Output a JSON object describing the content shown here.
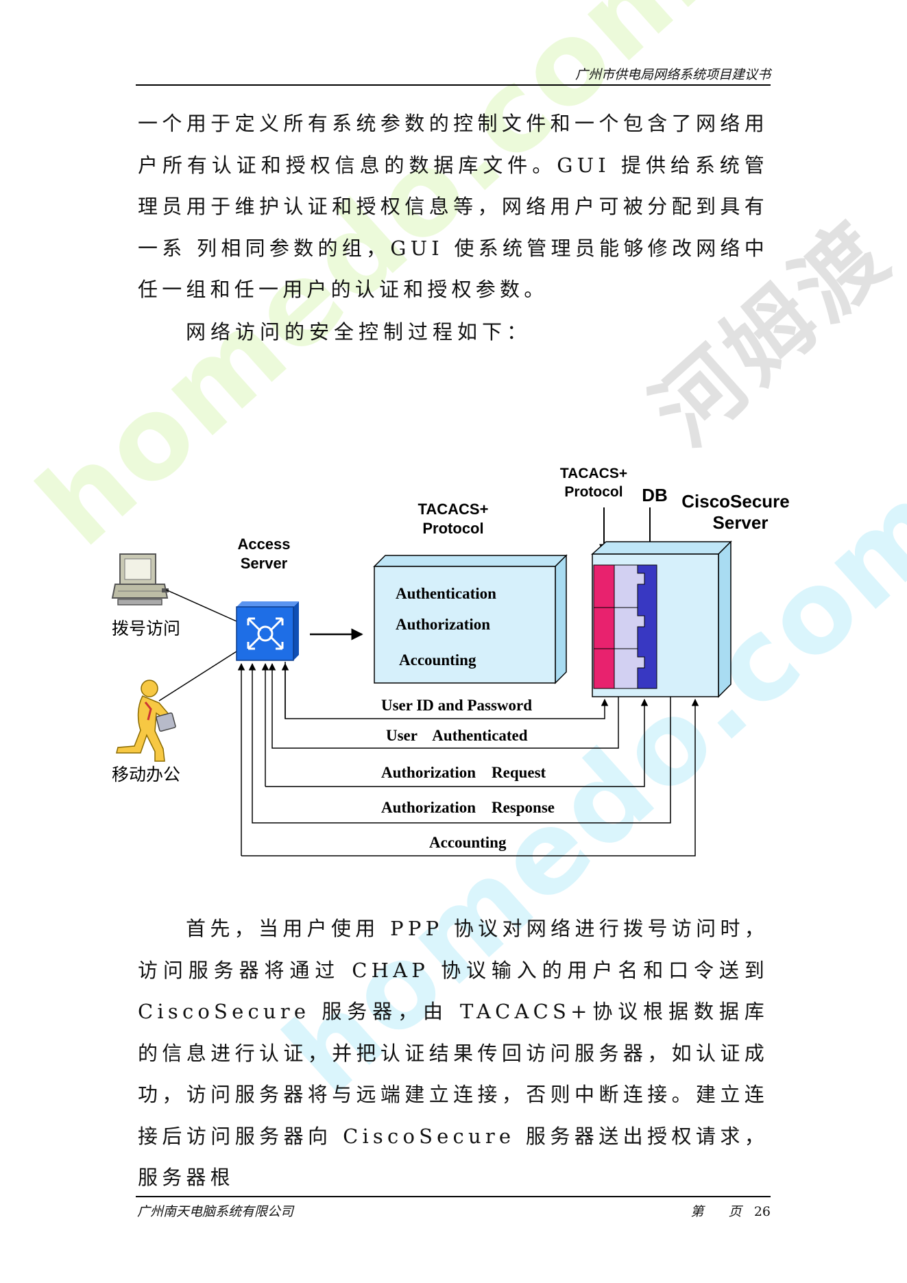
{
  "header": {
    "title": "广州市供电局网络系统项目建议书"
  },
  "paragraphs": {
    "p1": "一个用于定义所有系统参数的控制文件和一个包含了网络用户所有认证和授权信息的数据库文件。GUI 提供给系统管理员用于维护认证和授权信息等，网络用户可被分配到具有一系 列相同参数的组，GUI 使系统管理员能够修改网络中任一组和任一用户的认证和授权参数。",
    "p2": "网络访问的安全控制过程如下：",
    "p3": "首先，当用户使用 PPP 协议对网络进行拨号访问时，访问服务器将通过 CHAP 协议输入的用户名和口令送到 CiscoSecure 服务器，由 TACACS+协议根据数据库的信息进行认证，并把认证结果传回访问服务器，如认证成功，访问服务器将与远端建立连接，否则中断连接。建立连接后访问服务器向 CiscoSecure 服务器送出授权请求，服务器根"
  },
  "diagram": {
    "dialup_label": "拨号访问",
    "mobile_label": "移动办公",
    "access_server_line1": "Access",
    "access_server_line2": "Server",
    "protocol_label_line1": "TACACS+",
    "protocol_label_line2": "Protocol",
    "protocol_label_top_line1": "TACACS+",
    "protocol_label_top_line2": "Protocol",
    "db_label": "DB",
    "server_line1": "CiscoSecure",
    "server_line2": "Server",
    "aaa": {
      "authentication": "Authentication",
      "authorization": "Authorization",
      "accounting": "Accounting"
    },
    "flows": {
      "user_id_password": "User ID and Password",
      "user_authenticated": "User    Authenticated",
      "authorization_request": "Authorization    Request",
      "authorization_response": "Authorization    Response",
      "accounting": "Accounting"
    },
    "colors": {
      "box_fill": "#d6f0fb",
      "router_blue": "#1e6ee6",
      "db_pink": "#e8226e",
      "db_lilac": "#d2d0f2",
      "db_blue": "#3838c2"
    }
  },
  "watermarks": {
    "wm1": "homedo.com",
    "wm2": "homedo.com",
    "wm3": "河姆渡"
  },
  "footer": {
    "company": "广州南天电脑系统有限公司",
    "page_prefix": "第",
    "page_suffix": "页",
    "page_number": "26"
  }
}
